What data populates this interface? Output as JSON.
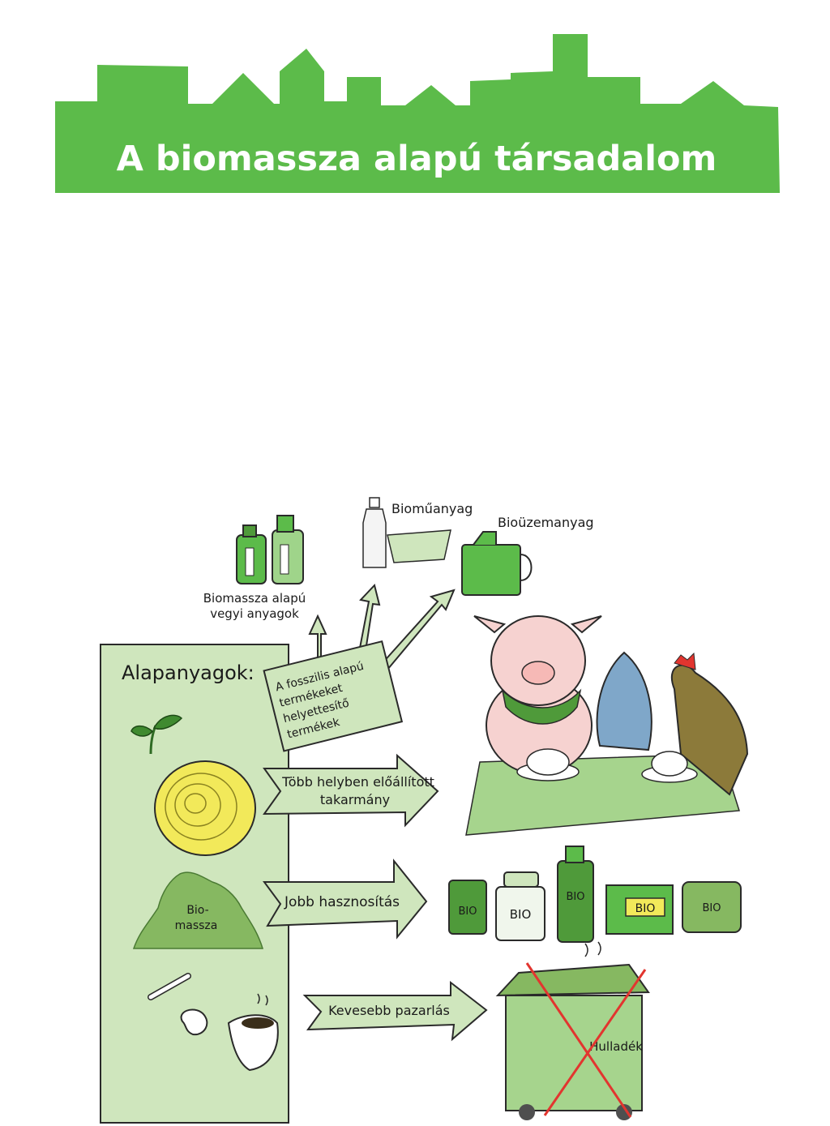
{
  "header": {
    "title": "A biomassza alapú társadalom"
  },
  "diagram": {
    "sidebar_title": "Alapanyagok:",
    "biomass_label_line1": "Bio-",
    "biomass_label_line2": "massza",
    "replacement_box": {
      "line1": "A fosszilis alapú",
      "line2": "termékeket",
      "line3": "helyettesítő",
      "line4": "termékek"
    },
    "outputs": {
      "chemicals_line1": "Biomassza alapú",
      "chemicals_line2": "vegyi anyagok",
      "bioplastic": "Bioműanyag",
      "biofuel": "Bioüzemanyag"
    },
    "arrow_feed": {
      "line1": "Több helyben előállított",
      "line2": "takarmány"
    },
    "arrow_use": "Jobb hasznosítás",
    "arrow_waste": "Kevesebb pazarlás",
    "waste_label": "Hulladék",
    "bio_tag": "BIO"
  },
  "colors": {
    "brand_green": "#5cbb4a",
    "pale_green": "#cfe6bd",
    "mid_green": "#86b861",
    "dark_green": "#4f9a3a",
    "hay_yellow": "#f2e95a",
    "cross_red": "#e2352f"
  }
}
